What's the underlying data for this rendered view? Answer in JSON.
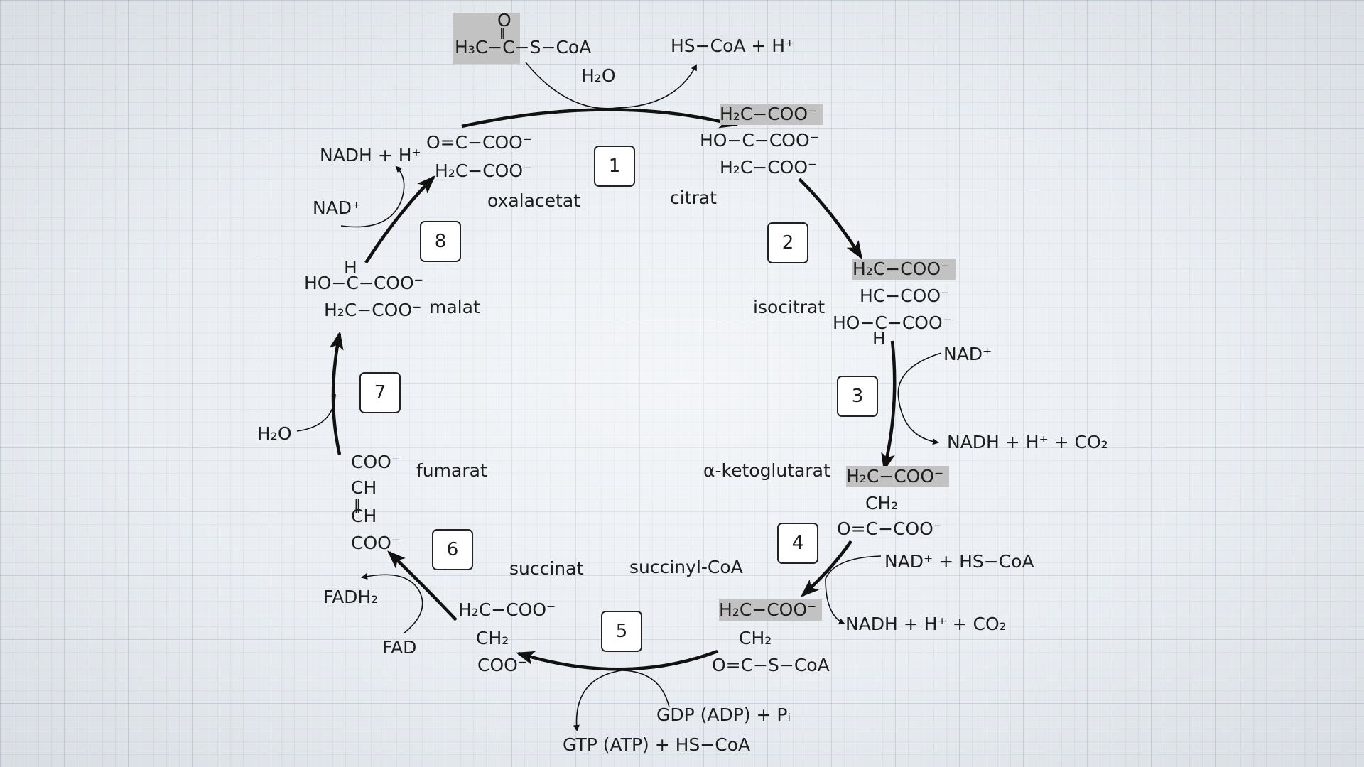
{
  "acetyl_coa": {
    "o_line": "O",
    "bond_line": "‖",
    "main": "H₃C−C−S−CoA"
  },
  "acetyl_products": "HS−CoA + H⁺",
  "step1_water": "H₂O",
  "oxaloacetate": {
    "line1": "O=C−COO⁻",
    "line2": "H₂C−COO⁻",
    "name": "oxalacetat"
  },
  "citrate": {
    "line1": "H₂C−COO⁻",
    "line2": "HO−C−COO⁻",
    "line3": "H₂C−COO⁻",
    "name": "citrat"
  },
  "isocitrate": {
    "line1": "H₂C−COO⁻",
    "line2": "HC−COO⁻",
    "line3": "HO−C−COO⁻",
    "line4": "H",
    "name": "isocitrat"
  },
  "step3": {
    "in": "NAD⁺",
    "out": "NADH + H⁺ + CO₂"
  },
  "ketoglutarate": {
    "line1": "H₂C−COO⁻",
    "line2": "CH₂",
    "line3": "O=C−COO⁻",
    "name": "α-ketoglutarat"
  },
  "step4": {
    "in": "NAD⁺ + HS−CoA",
    "out": "NADH + H⁺ + CO₂"
  },
  "succinyl_coa": {
    "line1": "H₂C−COO⁻",
    "line2": "CH₂",
    "line3": "O=C−S−CoA",
    "name": "succinyl-CoA"
  },
  "step5": {
    "in": "GDP (ADP) + Pᵢ",
    "out": "GTP (ATP) + HS−CoA"
  },
  "succinate": {
    "line1": "H₂C−COO⁻",
    "line2": "CH₂",
    "line3": "COO⁻",
    "name": "succinat"
  },
  "step6": {
    "in": "FAD",
    "out": "FADH₂"
  },
  "fumarate": {
    "line1": "COO⁻",
    "line2": "CH",
    "line3": "‖",
    "line4": "CH",
    "line5": "COO⁻",
    "name": "fumarat"
  },
  "step7": {
    "in": "H₂O"
  },
  "malate": {
    "line1": "H",
    "line2": "HO−C−COO⁻",
    "line3": "H₂C−COO⁻",
    "name": "malat"
  },
  "step8": {
    "in": "NAD⁺",
    "out": "NADH + H⁺"
  },
  "steps": [
    "1",
    "2",
    "3",
    "4",
    "5",
    "6",
    "7",
    "8"
  ]
}
